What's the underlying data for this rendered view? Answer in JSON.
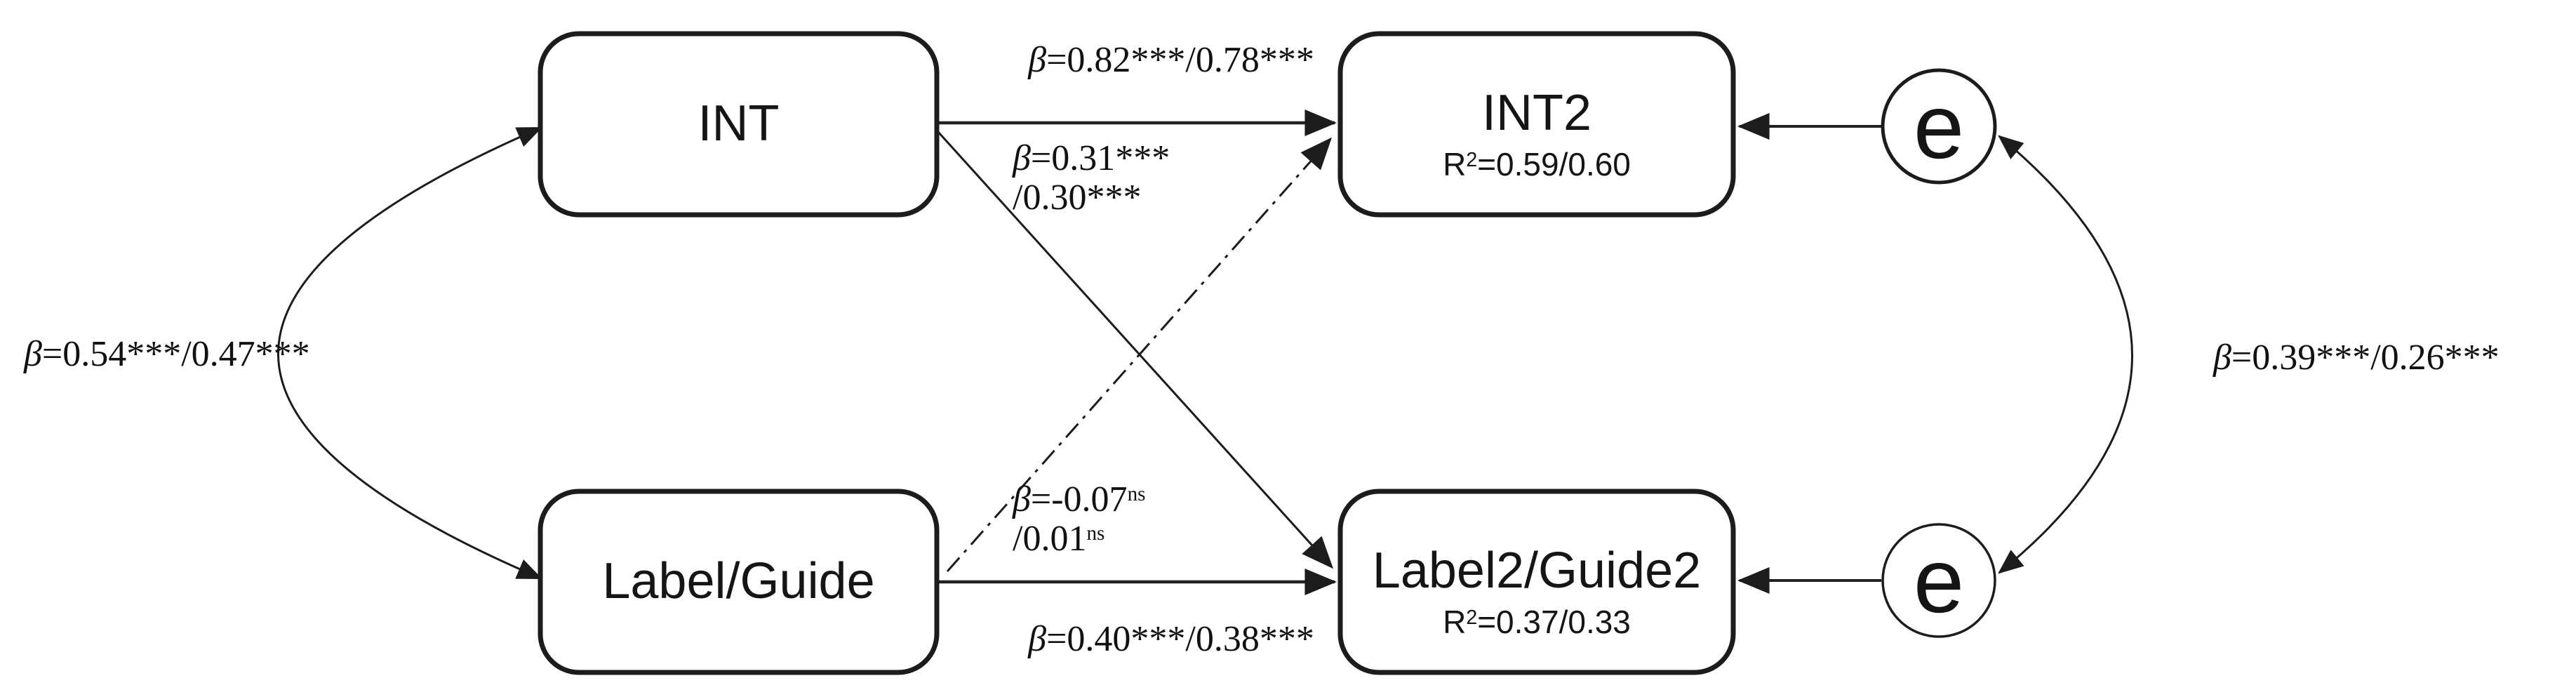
{
  "colors": {
    "ink": "#1c1c1c",
    "background": "#ffffff"
  },
  "nodes": {
    "int": {
      "label": "INT"
    },
    "int2": {
      "label": "INT2",
      "r2_base": "R",
      "r2_sup": "2",
      "r2_rest": "=0.59/0.60"
    },
    "label_guide": {
      "label": "Label/Guide"
    },
    "label2_guide2": {
      "label": "Label2/Guide2",
      "r2_base": "R",
      "r2_sup": "2",
      "r2_rest": "=0.37/0.33"
    },
    "error_top": {
      "label": "e"
    },
    "error_bottom": {
      "label": "e"
    }
  },
  "paths": {
    "int_to_int2": {
      "beta": "β",
      "text": "=0.82***/0.78***"
    },
    "int_to_label2_guide2": {
      "beta": "β",
      "line1": "=0.31***",
      "line2": "/0.30***"
    },
    "label_guide_to_int2": {
      "beta": "β",
      "line1": "=-0.07",
      "line1_sup": "ns",
      "line2": "/0.01",
      "line2_sup": "ns"
    },
    "label_guide_to_label2_guide2": {
      "beta": "β",
      "text": "=0.40***/0.38***"
    },
    "covariance_left": {
      "beta": "β",
      "text": "=0.54***/0.47***"
    },
    "covariance_right": {
      "beta": "β",
      "text": "=0.39***/0.26***"
    }
  }
}
